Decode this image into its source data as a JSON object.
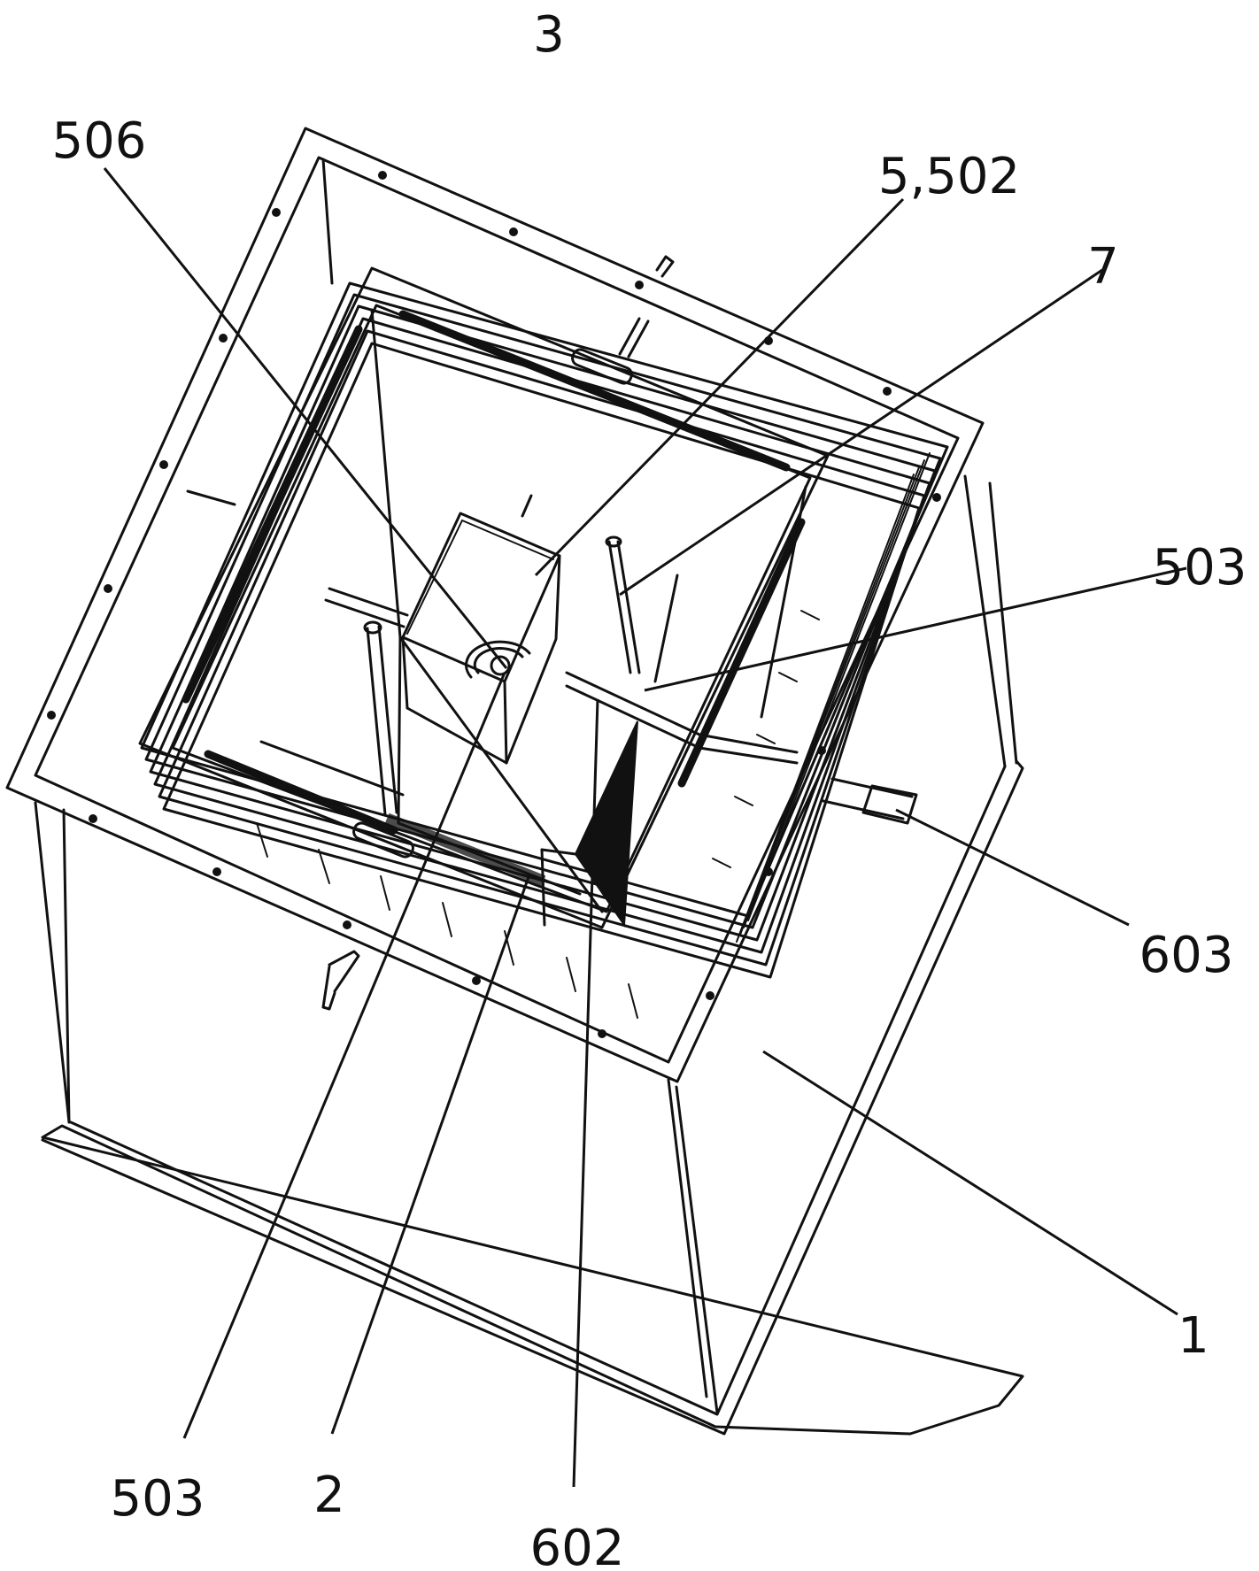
{
  "callouts": {
    "label_3": "3",
    "label_506": "506",
    "label_5_502": "5,502",
    "label_7": "7",
    "label_503_right": "503",
    "label_603": "603",
    "label_1": "1",
    "label_503_bottom": "503",
    "label_2": "2",
    "label_602": "602"
  },
  "colors": {
    "line": "#111111",
    "background": "#ffffff"
  }
}
